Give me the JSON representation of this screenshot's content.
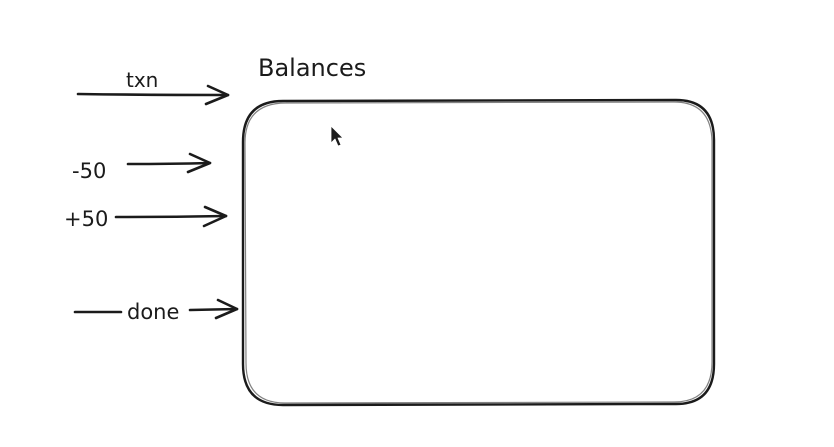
{
  "diagram": {
    "title": "Balances",
    "arrows": [
      {
        "id": "txn",
        "label": "txn"
      },
      {
        "id": "minus",
        "label": "-50"
      },
      {
        "id": "plus",
        "label": "+50"
      },
      {
        "id": "done",
        "label": "done"
      }
    ]
  },
  "colors": {
    "ink": "#1b1b1b",
    "background": "#ffffff"
  },
  "icons": {
    "cursor": "mouse-pointer-icon"
  }
}
